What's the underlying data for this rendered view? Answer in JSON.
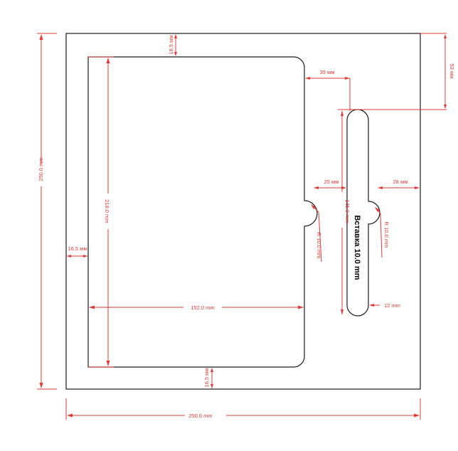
{
  "dimensions": {
    "outer_width": "250.0 mm",
    "outer_height": "250.0 mm",
    "top_margin": "16,5 мм",
    "bottom_margin": "16,5 мм",
    "left_margin": "16,5 мм",
    "inner_width": "152.0 mm",
    "inner_height": "218.0 mm",
    "slot_offset": "35 мм",
    "slot_top_offset": "53 мм",
    "notch_gap": "25 мм",
    "right_gap": "28 мм",
    "slot_length": "145.0 mm",
    "slot_width": "12 mm",
    "notch_radius_left": "R 10.0 mm",
    "notch_radius_right": "R 10.0 mm"
  },
  "insert_label": "Вставка 10.0 mm",
  "colors": {
    "dimension": "#e53935",
    "outline": "#1a1a1a",
    "background": "#ffffff"
  }
}
